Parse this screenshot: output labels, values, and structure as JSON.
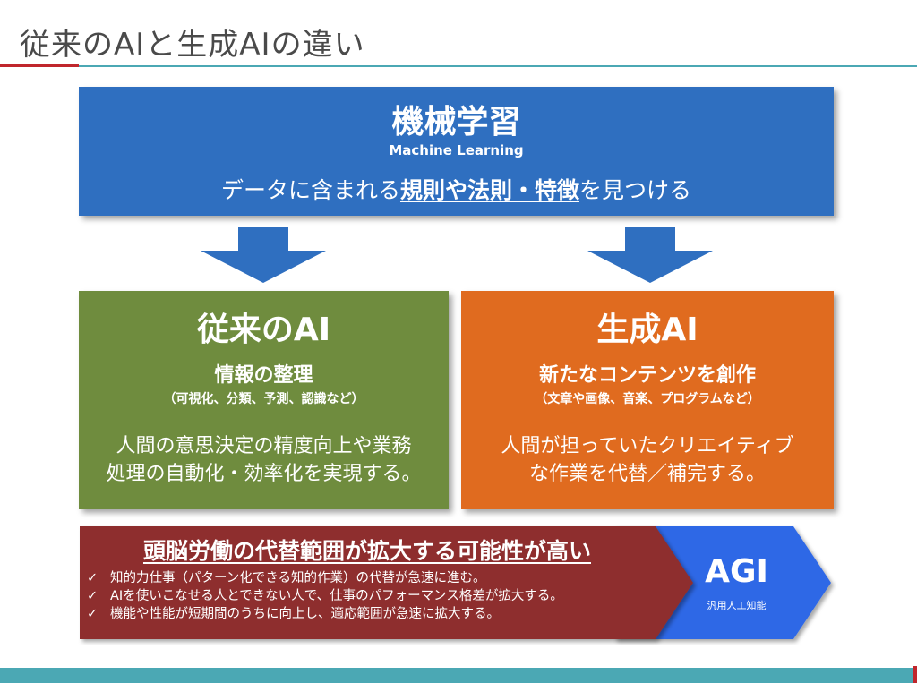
{
  "slide": {
    "title": "従来のAIと生成AIの違い"
  },
  "ml": {
    "title": "機械学習",
    "subtitle": "Machine Learning",
    "desc_pre": "データに含まれる",
    "desc_emph": "規則や法則・特徴",
    "desc_post": "を見つける"
  },
  "traditional": {
    "title": "従来のAI",
    "subtitle": "情報の整理",
    "examples": "（可視化、分類、予測、認識など）",
    "desc_line1": "人間の意思決定の精度向上や業務",
    "desc_line2": "処理の自動化・効率化を実現する。"
  },
  "generative": {
    "title": "生成AI",
    "subtitle": "新たなコンテンツを創作",
    "examples": "（文章や画像、音楽、プログラムなど）",
    "desc_line1": "人間が担っていたクリエイティブ",
    "desc_line2": "な作業を代替／補完する。"
  },
  "bottom": {
    "title": "頭脳労働の代替範囲が拡大する可能性が高い",
    "check": "✓",
    "items": [
      "知的力仕事（パターン化できる知的作業）の代替が急速に進む。",
      "AIを使いこなせる人とできない人で、仕事のパフォーマンス格差が拡大する。",
      "機能や性能が短期間のうちに向上し、適応範囲が急速に拡大する。"
    ]
  },
  "agi": {
    "label": "AGI",
    "sub": "汎用人工知能"
  },
  "colors": {
    "ml": "#2f6fc0",
    "traditional": "#6f8c3e",
    "generative": "#e06b1f",
    "bottom": "#8e2f2f",
    "agi": "#2f67e6",
    "accent_teal": "#4ba8b4",
    "accent_red": "#c0262c"
  }
}
